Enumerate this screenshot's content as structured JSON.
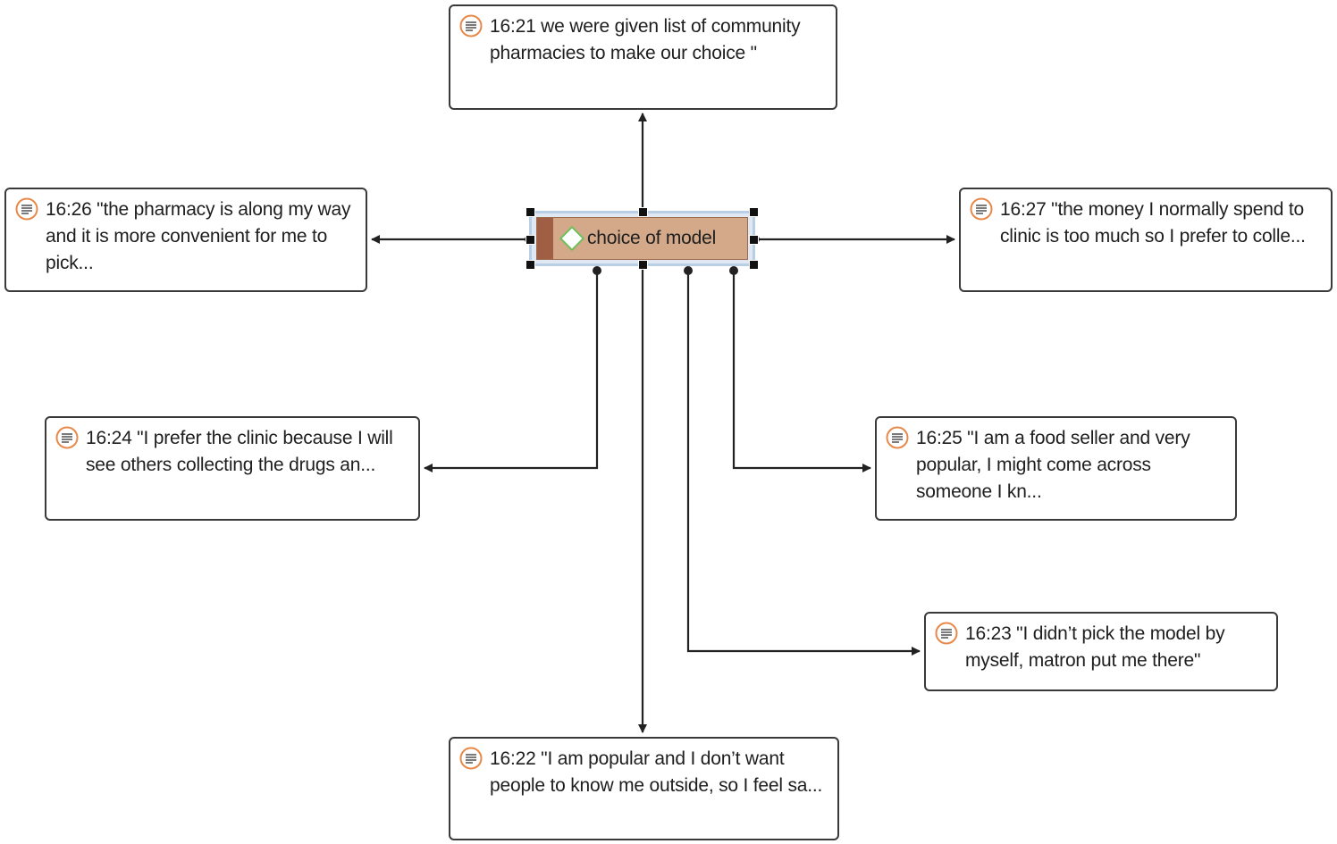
{
  "colors": {
    "code_fill": "#d4a98a",
    "code_stripe": "#a05f45",
    "selection": "#b9cfe6",
    "quote_icon": "#e8894a",
    "connector": "#222222"
  },
  "code": {
    "label": "choice of model",
    "icon": "diamond-code-icon"
  },
  "quotations": [
    {
      "id": "b1",
      "icon": "quotation-icon",
      "text": "16:21 we were given list of community pharmacies to make our choice \""
    },
    {
      "id": "b2",
      "icon": "quotation-icon",
      "text": "16:26 \"the pharmacy is along my way and it is more convenient for me to pick..."
    },
    {
      "id": "b3",
      "icon": "quotation-icon",
      "text": "16:27 \"the money I normally spend to clinic is too much so I prefer to colle..."
    },
    {
      "id": "b4",
      "icon": "quotation-icon",
      "text": "16:24 \"I prefer the clinic because I will see others collecting the drugs an..."
    },
    {
      "id": "b5",
      "icon": "quotation-icon",
      "text": "16:25 \"I am a food seller and very popular, I might come across someone I kn..."
    },
    {
      "id": "b6",
      "icon": "quotation-icon",
      "text": "16:23 \"I didn’t pick the model by myself, matron put me there\""
    },
    {
      "id": "b7",
      "icon": "quotation-icon",
      "text": "16:22 \"I am popular and I don’t want people to know me outside, so I feel sa..."
    }
  ]
}
